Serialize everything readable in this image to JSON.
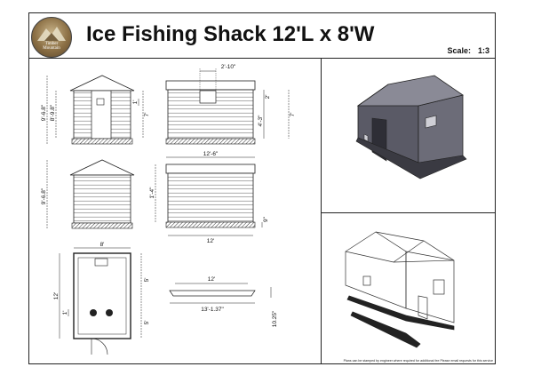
{
  "title": "Ice Fishing Shack 12'L x 8'W",
  "scale": {
    "label": "Scale:",
    "value": "1:3"
  },
  "logo": {
    "line1": "Timber",
    "line2": "Mountain"
  },
  "dimensions": {
    "front_height": "9'-6.8\"",
    "front_wall_height": "8'-9.8\"",
    "front_window": "1'",
    "side_window_width": "2'-10\"",
    "side_window_drop": "2'",
    "side_lower_height": "4'-3\"",
    "side_wall_height": "7'",
    "front_door_height": "7'",
    "rear_height": "9'-6.8\"",
    "rear_side_top": "12'-6\"",
    "rear_side_wall": "1'-4\"",
    "rear_side_base": "9\"",
    "rear_side_length": "12'",
    "plan_width": "8'",
    "plan_length": "12'",
    "plan_hole_gap": "1'",
    "plan_upper": "5'",
    "plan_lower": "5'",
    "skid_top": "12'",
    "skid_length": "13'-1.37\"",
    "skid_height": "10.25\""
  },
  "footer": "Plans can be stamped by engineer where required for additional fee Please email requests for this service"
}
